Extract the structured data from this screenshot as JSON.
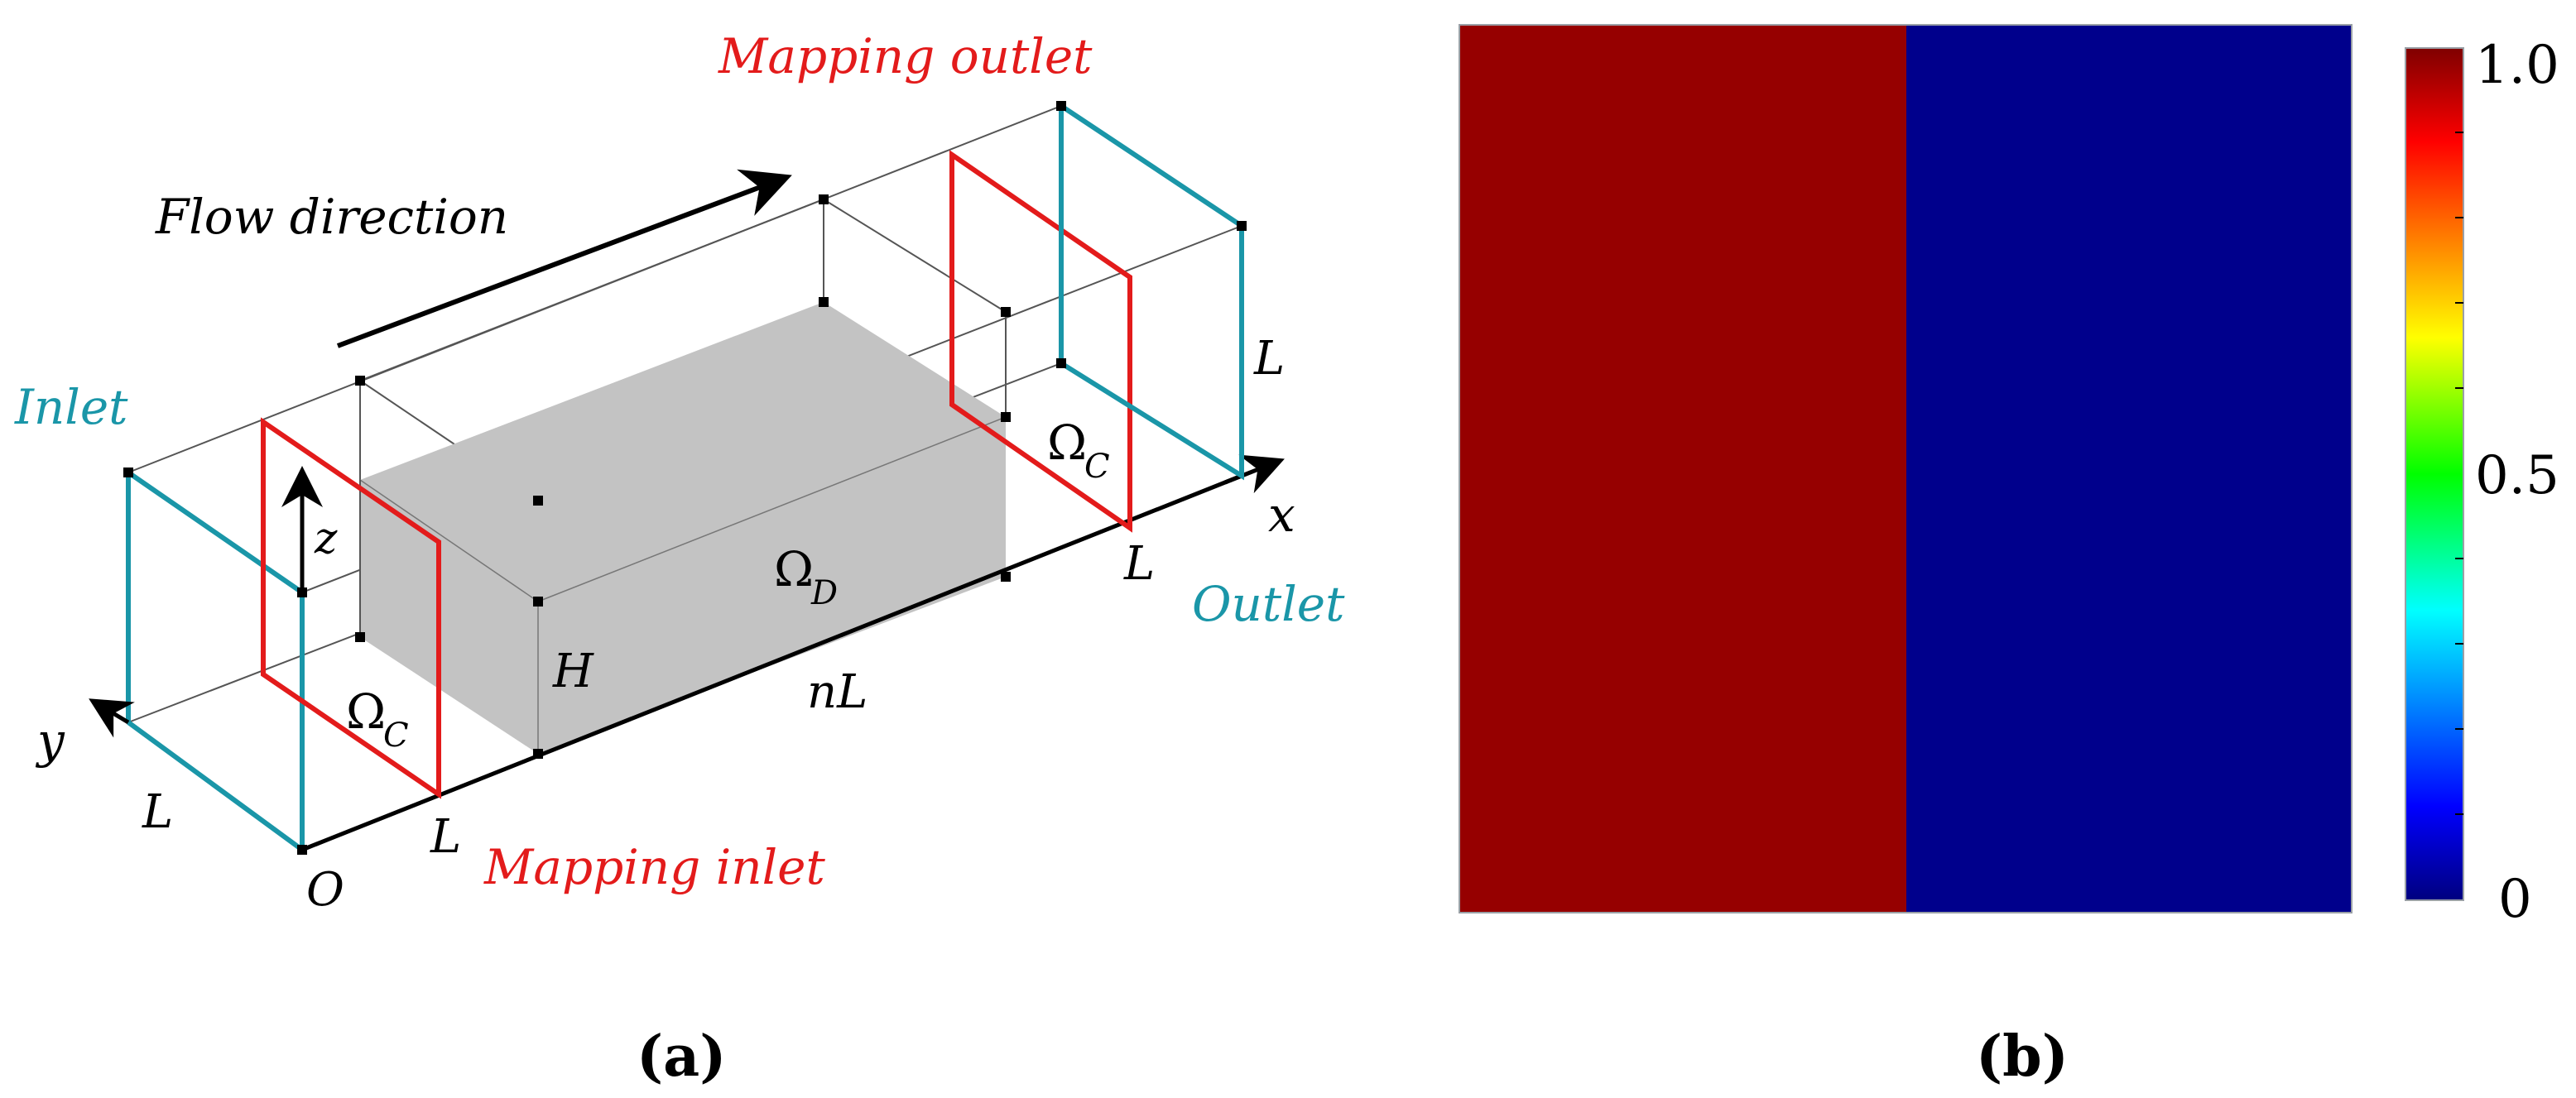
{
  "panel_a": {
    "caption": "(a)",
    "labels": {
      "flow_direction": "Flow direction",
      "inlet": "Inlet",
      "outlet": "Outlet",
      "mapping_outlet": "Mapping outlet",
      "mapping_inlet": "Mapping inlet",
      "axis_x": "x",
      "axis_y": "y",
      "axis_z": "z",
      "origin": "O",
      "length_L_front": "L",
      "length_L_mapin": "L",
      "length_L_mapout": "L",
      "length_L_outlet": "L",
      "height_H": "H",
      "length_nL": "nL",
      "omega_c_left": "Ω",
      "omega_c_left_sub": "C",
      "omega_c_right": "Ω",
      "omega_c_right_sub": "C",
      "omega_d": "Ω",
      "omega_d_sub": "D"
    },
    "colors": {
      "inlet_outlet": "#1a96a8",
      "mapping": "#e31b1b",
      "obstacle": "#c3c3c3",
      "frame": "#555555",
      "text": "#000000"
    }
  },
  "panel_b": {
    "caption": "(b)",
    "field": {
      "left_value": 1.0,
      "right_value": 0,
      "left_color": "#960000",
      "right_color": "#00008c"
    },
    "colorbar": {
      "ticks": [
        "1.0",
        "0.5",
        "0"
      ],
      "range": [
        0,
        1
      ],
      "colormap": "jet"
    }
  }
}
